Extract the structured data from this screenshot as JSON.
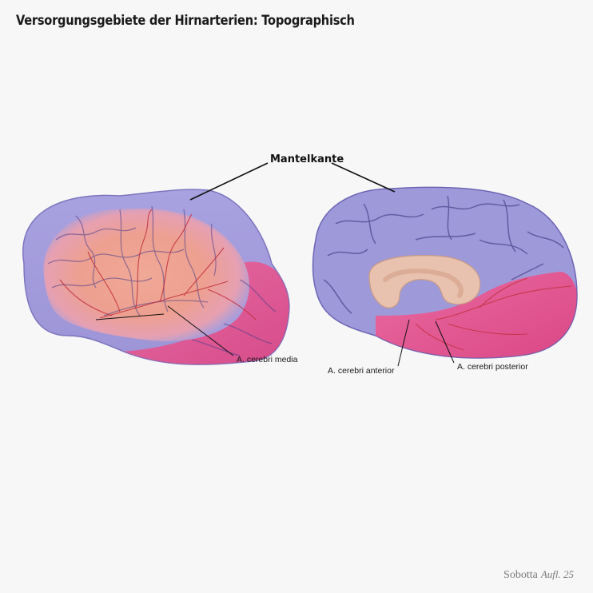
{
  "title": "Versorgungsgebiete der Hirnarterien: Topographisch",
  "labels": {
    "mantelkante": "Mantelkante",
    "media": "A. cerebri media",
    "anterior": "A. cerebri anterior",
    "posterior": "A. cerebri posterior"
  },
  "credit": {
    "brand": "Sobotta",
    "edition": "Aufl. 25"
  },
  "colors": {
    "anterior_territory": "#9a97d8",
    "media_territory": "#f0a48e",
    "posterior_territory": "#e0548e",
    "sulcus_lines": "#4b3f8a",
    "vessels": "#c0303a",
    "corpus_callosum": "#e8c2ae",
    "leader_lines": "#111111"
  }
}
